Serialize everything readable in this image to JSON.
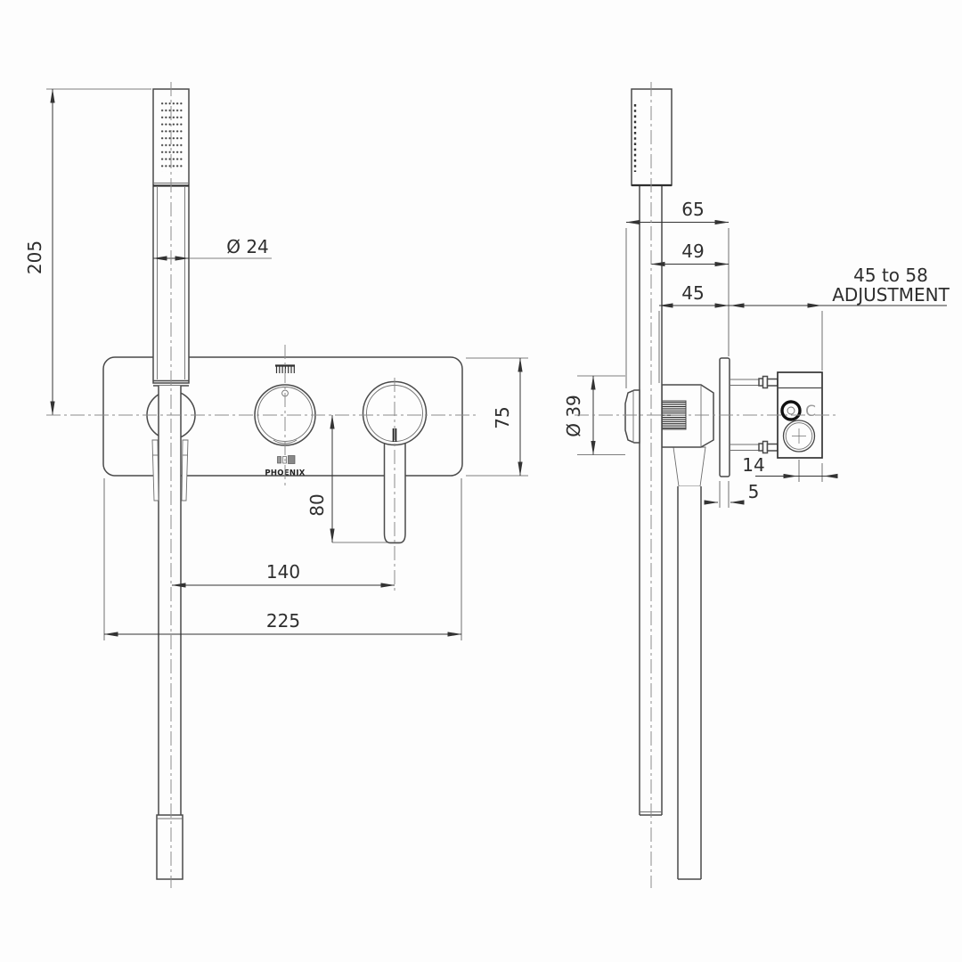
{
  "drawing": {
    "brand": "PHOENIX",
    "valve_marking": "C",
    "dims": {
      "d205": "205",
      "d24": "Ø 24",
      "d75": "75",
      "d80": "80",
      "d140": "140",
      "d225": "225",
      "d65": "65",
      "d49": "49",
      "d45": "45",
      "adj1": "45 to 58",
      "adj2": "ADJUSTMENT",
      "d39": "Ø 39",
      "d14": "14",
      "d5": "5"
    }
  }
}
